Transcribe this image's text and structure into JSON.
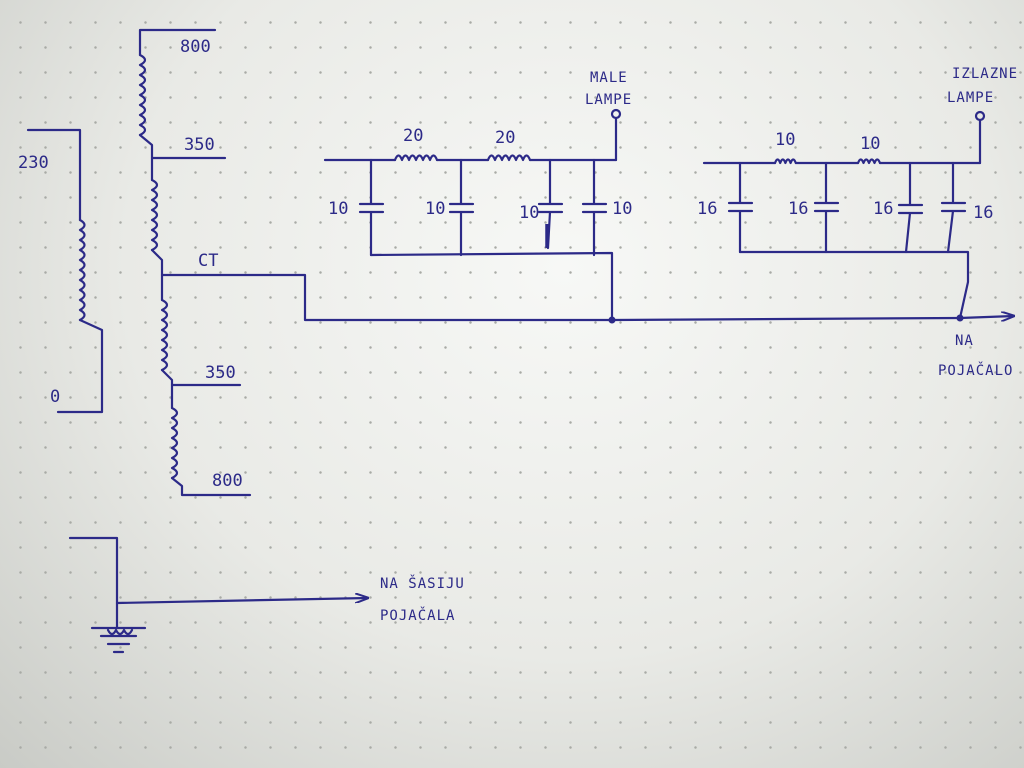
{
  "primary": {
    "label_top": "230",
    "label_bottom": "0"
  },
  "secondary": {
    "tap_top": "800",
    "tap_upper": "350",
    "tap_center": "CT",
    "tap_lower": "350",
    "tap_bottom": "800"
  },
  "filter_small": {
    "output_label_line1": "MALE",
    "output_label_line2": "LAMPE",
    "resistor_1": "20",
    "resistor_2": "20",
    "capacitors": [
      "10",
      "10",
      "10",
      "10"
    ]
  },
  "filter_output": {
    "output_label_line1": "IZLAZNE",
    "output_label_line2": "LAMPE",
    "resistor_1": "10",
    "resistor_2": "10",
    "capacitors": [
      "16",
      "16",
      "16",
      "16"
    ]
  },
  "ground_return": {
    "label_line1": "NA",
    "label_line2": "POJAČALO"
  },
  "chassis_ground": {
    "label_line1": "NA ŠASIJU",
    "label_line2": "POJAČALA"
  }
}
